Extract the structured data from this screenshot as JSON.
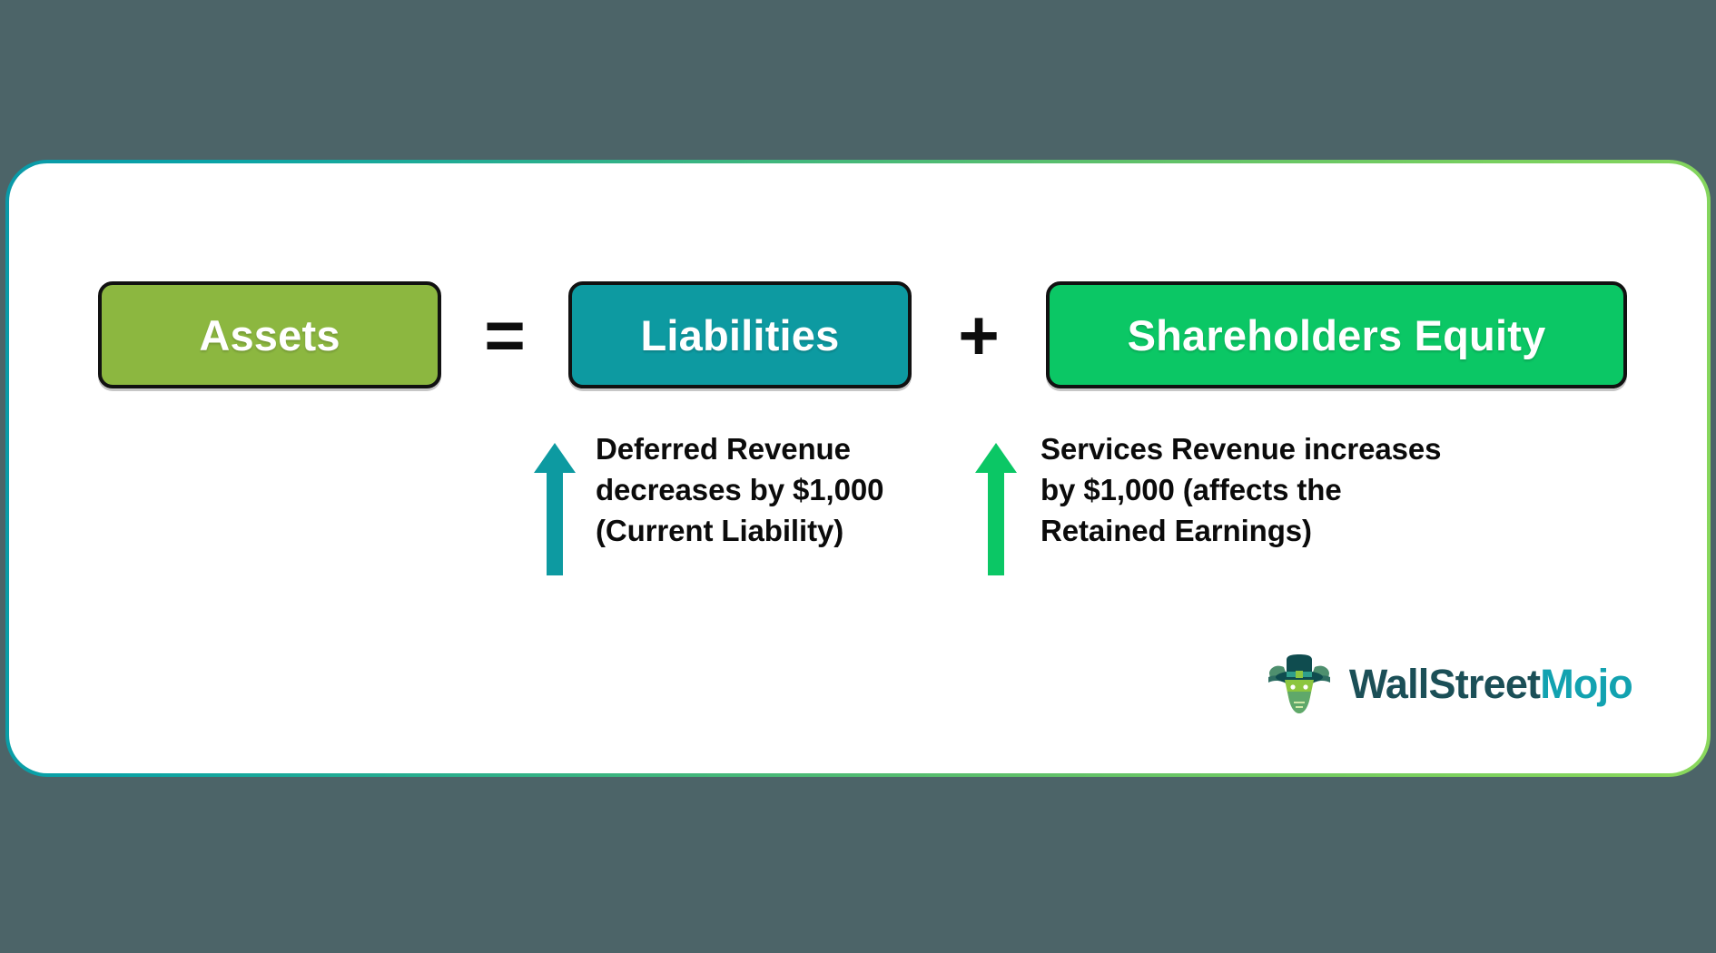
{
  "background_color": "#4c6468",
  "card": {
    "background": "#ffffff",
    "border_gradient_start": "#0a9aa8",
    "border_gradient_end": "#8ad85c"
  },
  "equation": {
    "terms": [
      {
        "label": "Assets",
        "color": "#8cb740",
        "name": "assets"
      },
      {
        "label": "Liabilities",
        "color": "#0d9aa1",
        "name": "liabilities"
      },
      {
        "label": "Shareholders Equity",
        "color": "#0bc765",
        "name": "shareholders-equity"
      }
    ],
    "operator_equals": "=",
    "operator_plus": "+"
  },
  "annotations": [
    {
      "name": "deferred-revenue-note",
      "arrow_direction": "up",
      "arrow_color": "#0d9aa1",
      "line1": "Deferred Revenue",
      "line2": "decreases by $1,000",
      "line3": "(Current Liability)",
      "text": "Deferred Revenue decreases by $1,000 (Current Liability)"
    },
    {
      "name": "services-revenue-note",
      "arrow_direction": "up",
      "arrow_color": "#0bc765",
      "line1": "Services Revenue increases",
      "line2": "by $1,000 (affects the",
      "line3": "Retained Earnings)",
      "text": "Services Revenue increases by $1,000 (affects the Retained Earnings)"
    }
  ],
  "logo": {
    "name": "wallstreetmojo-logo",
    "text_primary": "WallStreet",
    "text_accent": "Mojo",
    "color_primary": "#1b4f57",
    "color_accent": "#12a2b0"
  }
}
